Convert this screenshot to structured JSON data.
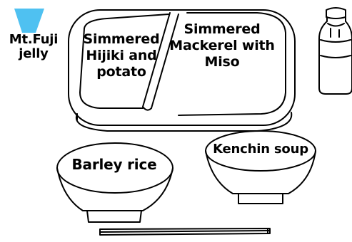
{
  "items": {
    "jelly": {
      "label": "Mt.Fuji\njelly",
      "color": "#4fc1f1"
    },
    "hijiki": {
      "label": "Simmered\nHijiki and\npotato"
    },
    "mackerel": {
      "label": "Simmered\nMackerel with\nMiso"
    },
    "rice": {
      "label": "Barley rice"
    },
    "soup": {
      "label": "Kenchin soup"
    }
  },
  "colors": {
    "line": "#000000",
    "background": "#ffffff"
  }
}
